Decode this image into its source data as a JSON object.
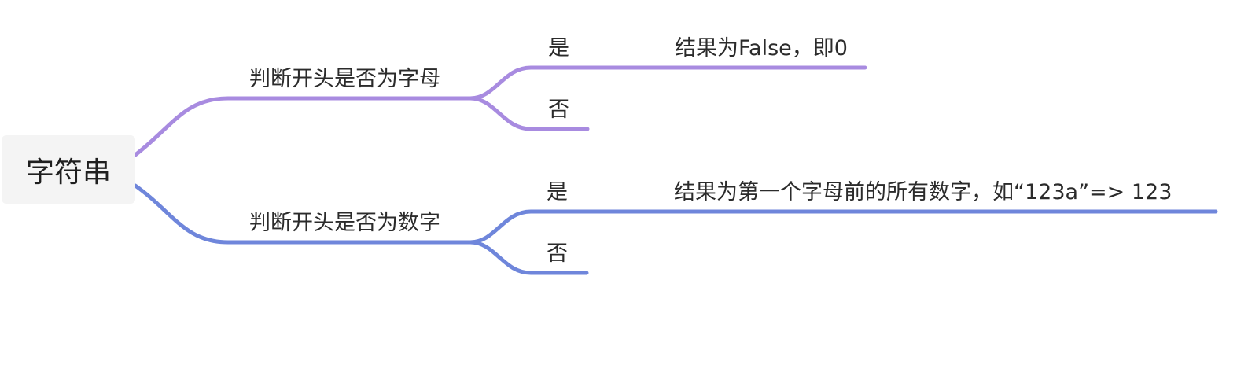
{
  "mindmap": {
    "root": "字符串",
    "branches": [
      {
        "label": "判断开头是否为字母",
        "color": "#a88be0",
        "children": [
          {
            "label": "是",
            "result": "结果为False，即0"
          },
          {
            "label": "否"
          }
        ]
      },
      {
        "label": "判断开头是否为数字",
        "color": "#6f86db",
        "children": [
          {
            "label": "是",
            "result": "结果为第一个字母前的所有数字，如“123a”=> 123"
          },
          {
            "label": "否"
          }
        ]
      }
    ]
  }
}
